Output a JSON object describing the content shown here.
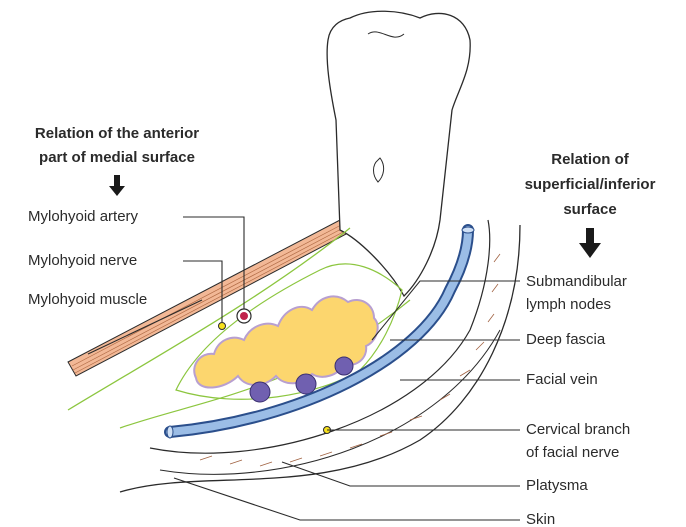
{
  "headings": {
    "medial": [
      "Relation of the anterior",
      "part of medial surface"
    ],
    "inferior": [
      "Relation of",
      "superficial/inferior",
      "surface"
    ]
  },
  "labels": {
    "mylohyoid_artery": "Mylohyoid artery",
    "mylohyoid_nerve": "Mylohyoid nerve",
    "mylohyoid_muscle": "Mylohyoid muscle",
    "submandibular": [
      "Submandibular",
      "lymph nodes"
    ],
    "deep_fascia": "Deep fascia",
    "facial_vein": "Facial vein",
    "cervical_branch": [
      "Cervical branch",
      "of facial nerve"
    ],
    "platysma": "Platysma",
    "skin": "Skin"
  },
  "colors": {
    "gland_fill": "#fcd66e",
    "gland_edge": "#b89fd0",
    "lymph_node": "#7060b0",
    "vein_fill": "#9bbde6",
    "vein_edge": "#2b4f8c",
    "muscle": "#f2b896",
    "fascia": "#8cc63f",
    "artery": "#c0234c",
    "nerve": "#f7e11c"
  }
}
